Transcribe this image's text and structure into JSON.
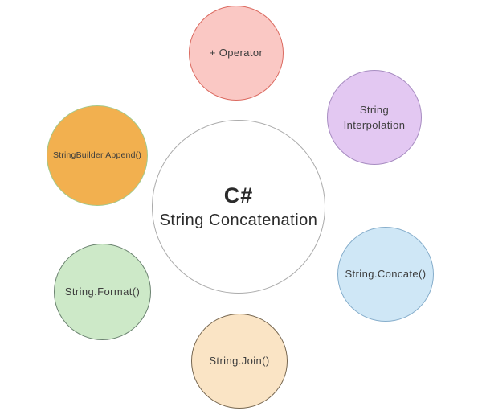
{
  "diagram": {
    "title": "C# String Concatenation diagram",
    "background": "#ffffff",
    "center_node": {
      "title": "C#",
      "subtitle": "String Concatenation",
      "fill": "#ffffff",
      "border": "#ababab",
      "text_color": "#2b2b2b"
    },
    "nodes": {
      "operator": {
        "label": "+ Operator",
        "fill": "#fac8c4",
        "border": "#db6a60",
        "text_color": "#433635"
      },
      "interpolation": {
        "label": "String Interpolation",
        "fill": "#e3c8f2",
        "border": "#a78cc1",
        "text_color": "#41394d"
      },
      "concate": {
        "label": "String.Concate()",
        "fill": "#cfe7f6",
        "border": "#85adcb",
        "text_color": "#34434e"
      },
      "join": {
        "label": "String.Join()",
        "fill": "#fae4c5",
        "border": "#776750",
        "text_color": "#4f422d"
      },
      "format": {
        "label": "String.Format()",
        "fill": "#cde9c8",
        "border": "#6b8370",
        "text_color": "#3b4a3c"
      },
      "append": {
        "label": "StringBuilder.Append()",
        "fill": "#f2b04f",
        "border": "#a5c98a",
        "text_color": "#4c4027"
      }
    }
  }
}
